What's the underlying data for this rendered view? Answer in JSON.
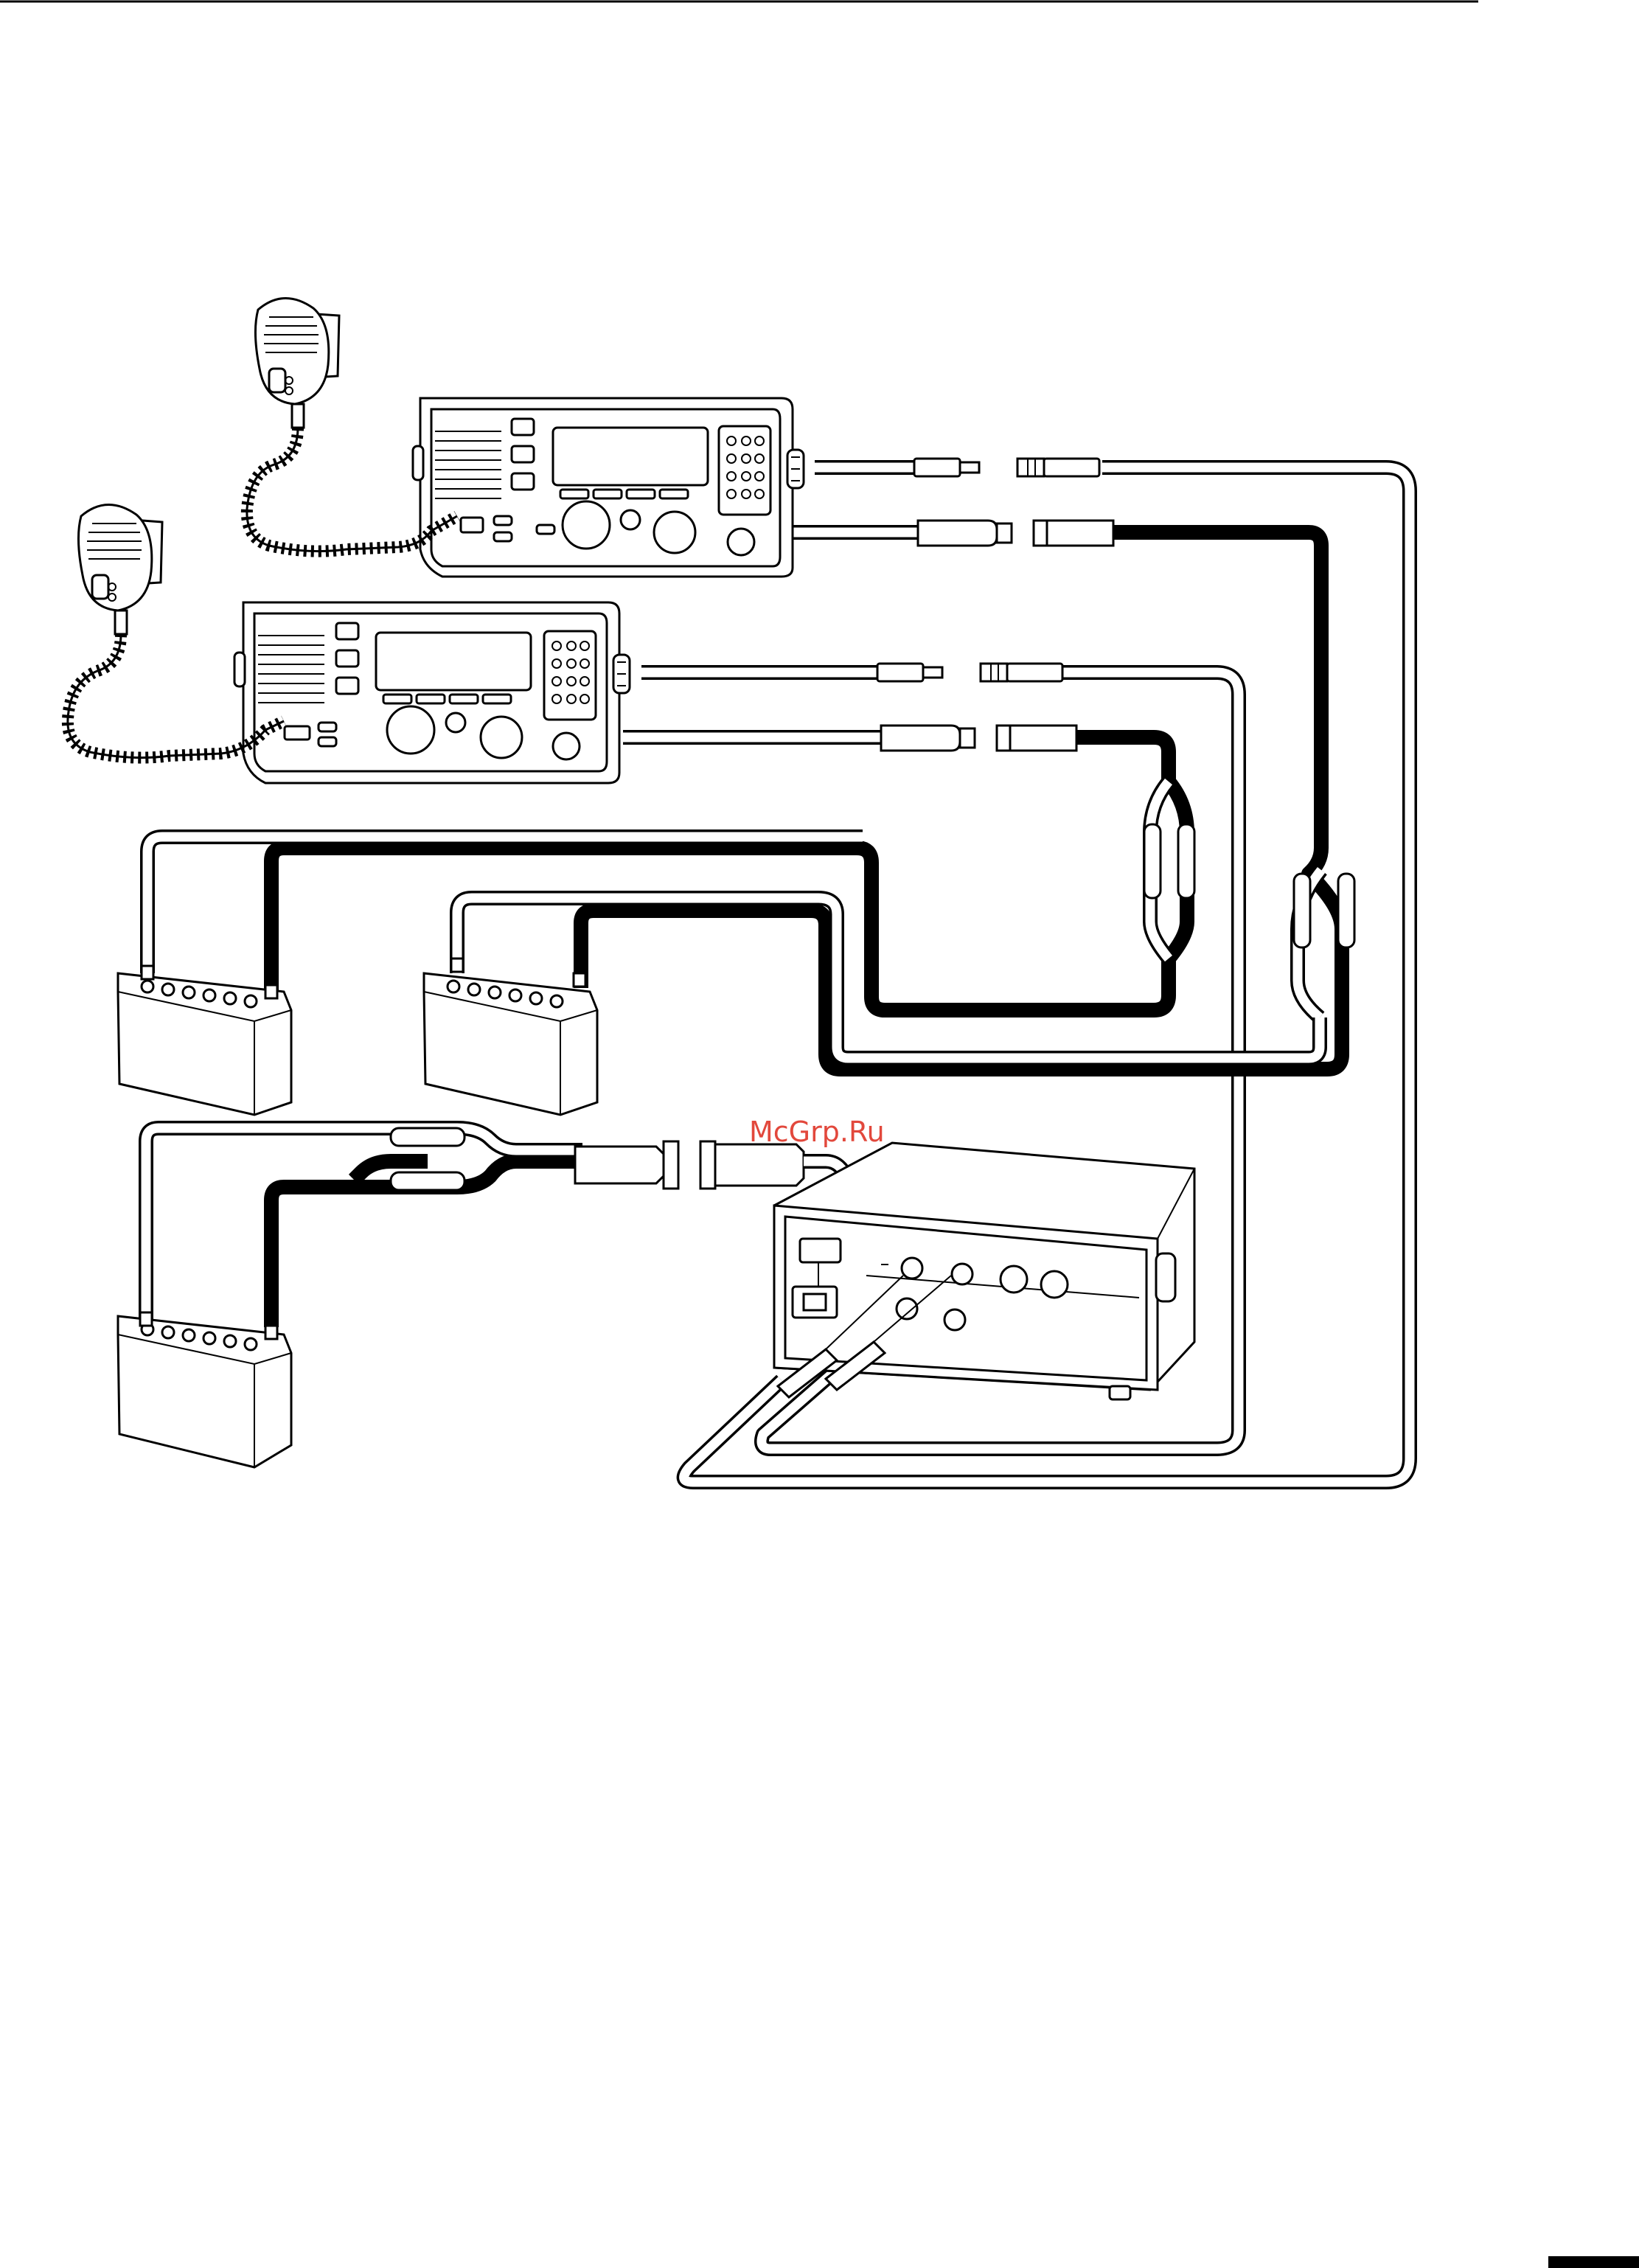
{
  "watermark": {
    "text": "McGrp.Ru",
    "color": "#e2483c"
  },
  "colors": {
    "line": "#000000",
    "background": "#ffffff"
  },
  "components": [
    "top-rule",
    "transceiver-upper",
    "transceiver-lower",
    "microphone-upper",
    "microphone-lower",
    "battery-left-upper",
    "battery-middle",
    "battery-left-lower",
    "control-unit",
    "coax-cables",
    "power-cables",
    "page-tab"
  ]
}
